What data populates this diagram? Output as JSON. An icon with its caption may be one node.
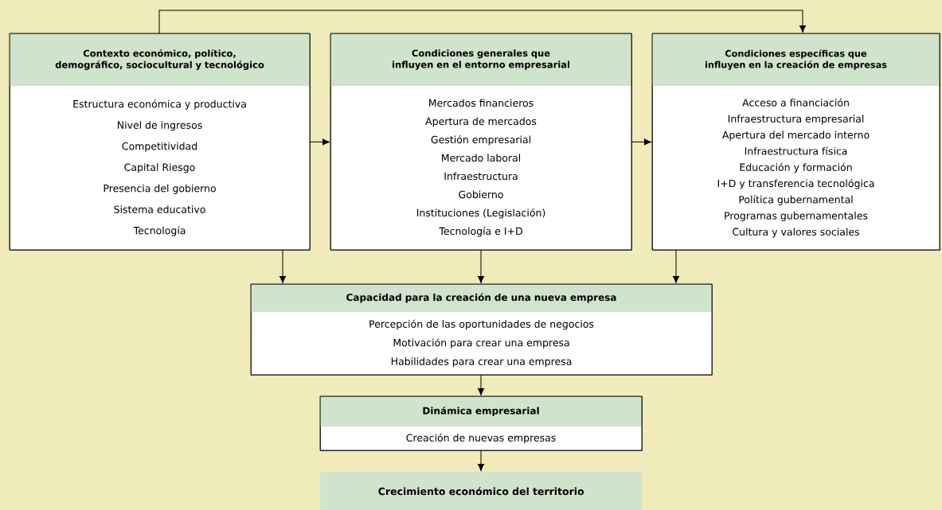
{
  "diagram": {
    "nodes": [
      {
        "text": [
          "Contexto económico, político, demográfico, sociocultural y tecnológico",
          "Estructura económica y productiva",
          "Nivel de ingresos",
          "Competitividad",
          "Capital Riesgo",
          "Presencia del gobierno",
          "Sistema educativo",
          "Tecnología"
        ]
      },
      {
        "text": [
          "Condiciones generales que influyen en el entorno empresarial",
          "Mercados financieros",
          "Apertura de mercados",
          "Gestión empresarial",
          "Mercado laboral",
          "Infraestructura",
          "Gobierno",
          "Instituciones (Legislación)",
          "Tecnología e I+D"
        ]
      },
      {
        "text": [
          "Condiciones específicas que influyen en la creación de empresas",
          "Acceso a financiación",
          "Infraestructura empresarial",
          "Apertura del mercado interno",
          "Infraestructura física",
          "Educación y formación",
          "I+D y transferencia tecnológica",
          "Política gubernamental",
          "Programas gubernamentales",
          "Cultura y valores sociales"
        ]
      },
      {
        "text": [
          "Capacidad para la creación de una nueva empresa",
          "Percepción de las oportunidades de negocios",
          "Motivación para crear una empresa",
          "Habilidades para crear una empresa"
        ]
      },
      {
        "text": [
          "Dinámica empresarial",
          "Creación de nuevas empresas"
        ]
      },
      {
        "text": [
          "Crecimiento económico del territorio"
        ]
      }
    ],
    "edges": [
      {
        "from": 0,
        "to": 1,
        "arrow": "to"
      },
      {
        "from": 1,
        "to": 2,
        "arrow": "to"
      },
      {
        "from": 0,
        "to": 2,
        "arrow": "to"
      },
      {
        "from": 0,
        "to": 3,
        "arrow": "to"
      },
      {
        "from": 1,
        "to": 3,
        "arrow": "to"
      },
      {
        "from": 2,
        "to": 3,
        "arrow": "to"
      },
      {
        "from": 3,
        "to": 4,
        "arrow": "to"
      },
      {
        "from": 4,
        "to": 5,
        "arrow": "to"
      }
    ]
  }
}
